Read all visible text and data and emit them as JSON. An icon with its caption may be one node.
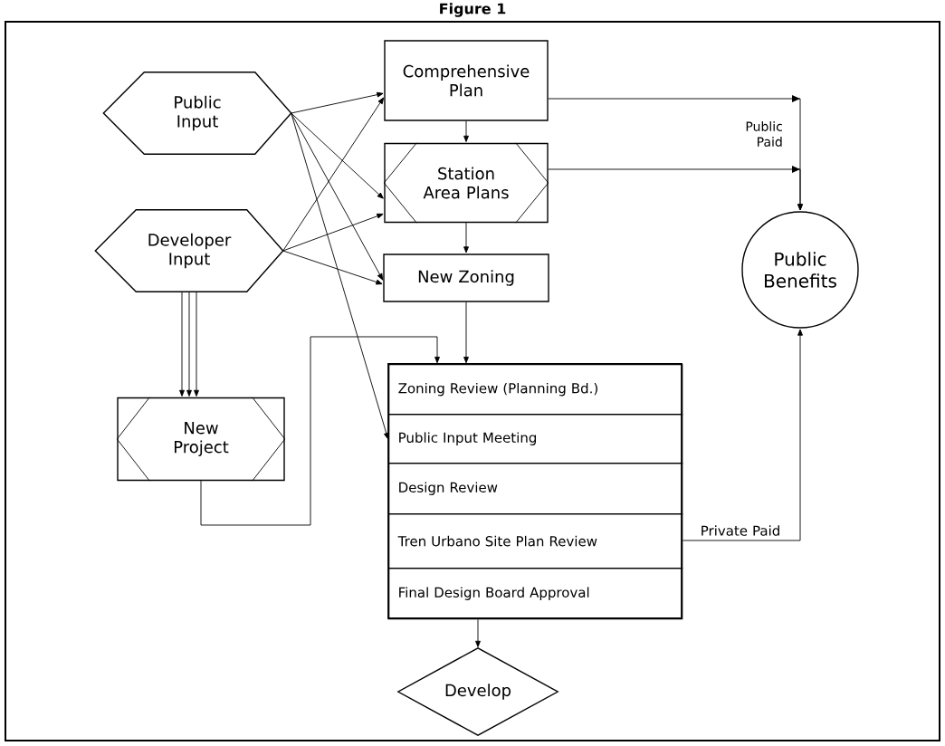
{
  "diagram": {
    "title": "Figure 1",
    "nodes": [
      {
        "text": [
          "Public Input"
        ]
      },
      {
        "text": [
          "Comprehensive Plan"
        ]
      },
      {
        "text": [
          "Station Area Plans"
        ]
      },
      {
        "text": [
          "Developer Input"
        ]
      },
      {
        "text": [
          "New Zoning"
        ]
      },
      {
        "text": [
          "Public Benefits"
        ]
      },
      {
        "text": [
          "New Project"
        ]
      },
      {
        "text": [],
        "shape": "box"
      },
      {
        "text": [
          "Zoning Review (Planning Bd.)"
        ],
        "in": 7
      },
      {
        "text": [
          "Public Input Meeting"
        ],
        "in": 7
      },
      {
        "text": [
          "Design Review"
        ],
        "in": 7
      },
      {
        "text": [
          "Tren Urbano Site Plan Review"
        ],
        "in": 7
      },
      {
        "text": [
          "Final Design Board Approval"
        ],
        "in": 7
      },
      {
        "text": [
          "Develop"
        ]
      }
    ],
    "edges": [
      {
        "from": 0,
        "to": 1,
        "arrow": "to"
      },
      {
        "from": 0,
        "to": 2,
        "arrow": "to"
      },
      {
        "from": 0,
        "to": 4,
        "arrow": "to"
      },
      {
        "from": 0,
        "to": 9,
        "arrow": "to"
      },
      {
        "from": 3,
        "to": 1,
        "arrow": "to"
      },
      {
        "from": 3,
        "to": 2,
        "arrow": "to"
      },
      {
        "from": 3,
        "to": 4,
        "arrow": "to"
      },
      {
        "from": 3,
        "to": 6,
        "arrow": "to"
      },
      {
        "from": 3,
        "to": 6,
        "arrow": "to"
      },
      {
        "from": 3,
        "to": 6,
        "arrow": "to"
      },
      {
        "from": 1,
        "to": 2,
        "arrow": "to"
      },
      {
        "from": 2,
        "to": 4,
        "arrow": "to"
      },
      {
        "from": 4,
        "to": 8,
        "arrow": "to"
      },
      {
        "from": 6,
        "to": 8,
        "arrow": "to"
      },
      {
        "from": 1,
        "to": 5,
        "arrow": "to",
        "label": "Public Paid"
      },
      {
        "from": 2,
        "to": 5,
        "arrow": "to"
      },
      {
        "from": 11,
        "to": 5,
        "arrow": "to",
        "label": "Private Paid"
      },
      {
        "from": 12,
        "to": 13,
        "arrow": "to"
      }
    ]
  }
}
